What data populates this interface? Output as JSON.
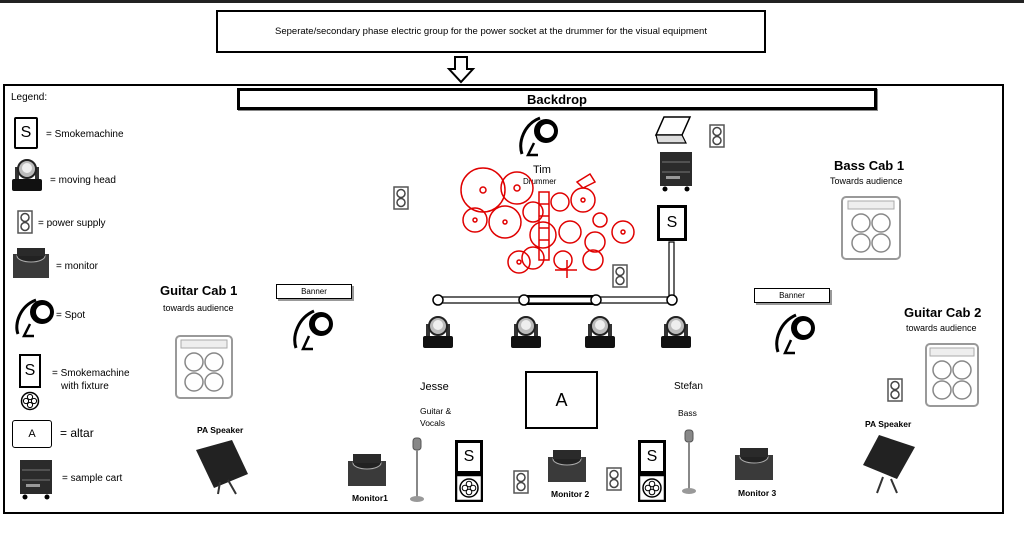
{
  "note": "Seperate/secondary phase electric group for the power socket at the drummer for the visual equipment",
  "backdrop": "Backdrop",
  "legend": {
    "title": "Legend:",
    "smokemachine": "= Smokemachine",
    "moving_head": "= moving head",
    "power_supply": "= power supply",
    "monitor": "= monitor",
    "spot": "= Spot",
    "smoke_fixture_1": "= Smokemachine",
    "smoke_fixture_2": "with fixture",
    "altar": "= altar",
    "sample_cart": "= sample cart"
  },
  "symbols": {
    "smoke": "S",
    "altar": "A"
  },
  "drummer": {
    "name": "Tim",
    "role": "Drummer",
    "kit_color": "#e00000"
  },
  "bass_cab": {
    "title": "Bass Cab 1",
    "sub": "Towards audience"
  },
  "guitar_cab_1": {
    "title": "Guitar Cab 1",
    "sub": "towards audience"
  },
  "guitar_cab_2": {
    "title": "Guitar Cab 2",
    "sub": "towards audience"
  },
  "banners": {
    "left": "Banner",
    "right": "Banner"
  },
  "jesse": {
    "name": "Jesse",
    "role_1": "Guitar &",
    "role_2": "Vocals"
  },
  "stefan": {
    "name": "Stefan",
    "role": "Bass"
  },
  "pa": {
    "left": "PA Speaker",
    "right": "PA Speaker"
  },
  "monitors": {
    "m1": "Monitor1",
    "m2": "Monitor 2",
    "m3": "Monitor 3"
  }
}
